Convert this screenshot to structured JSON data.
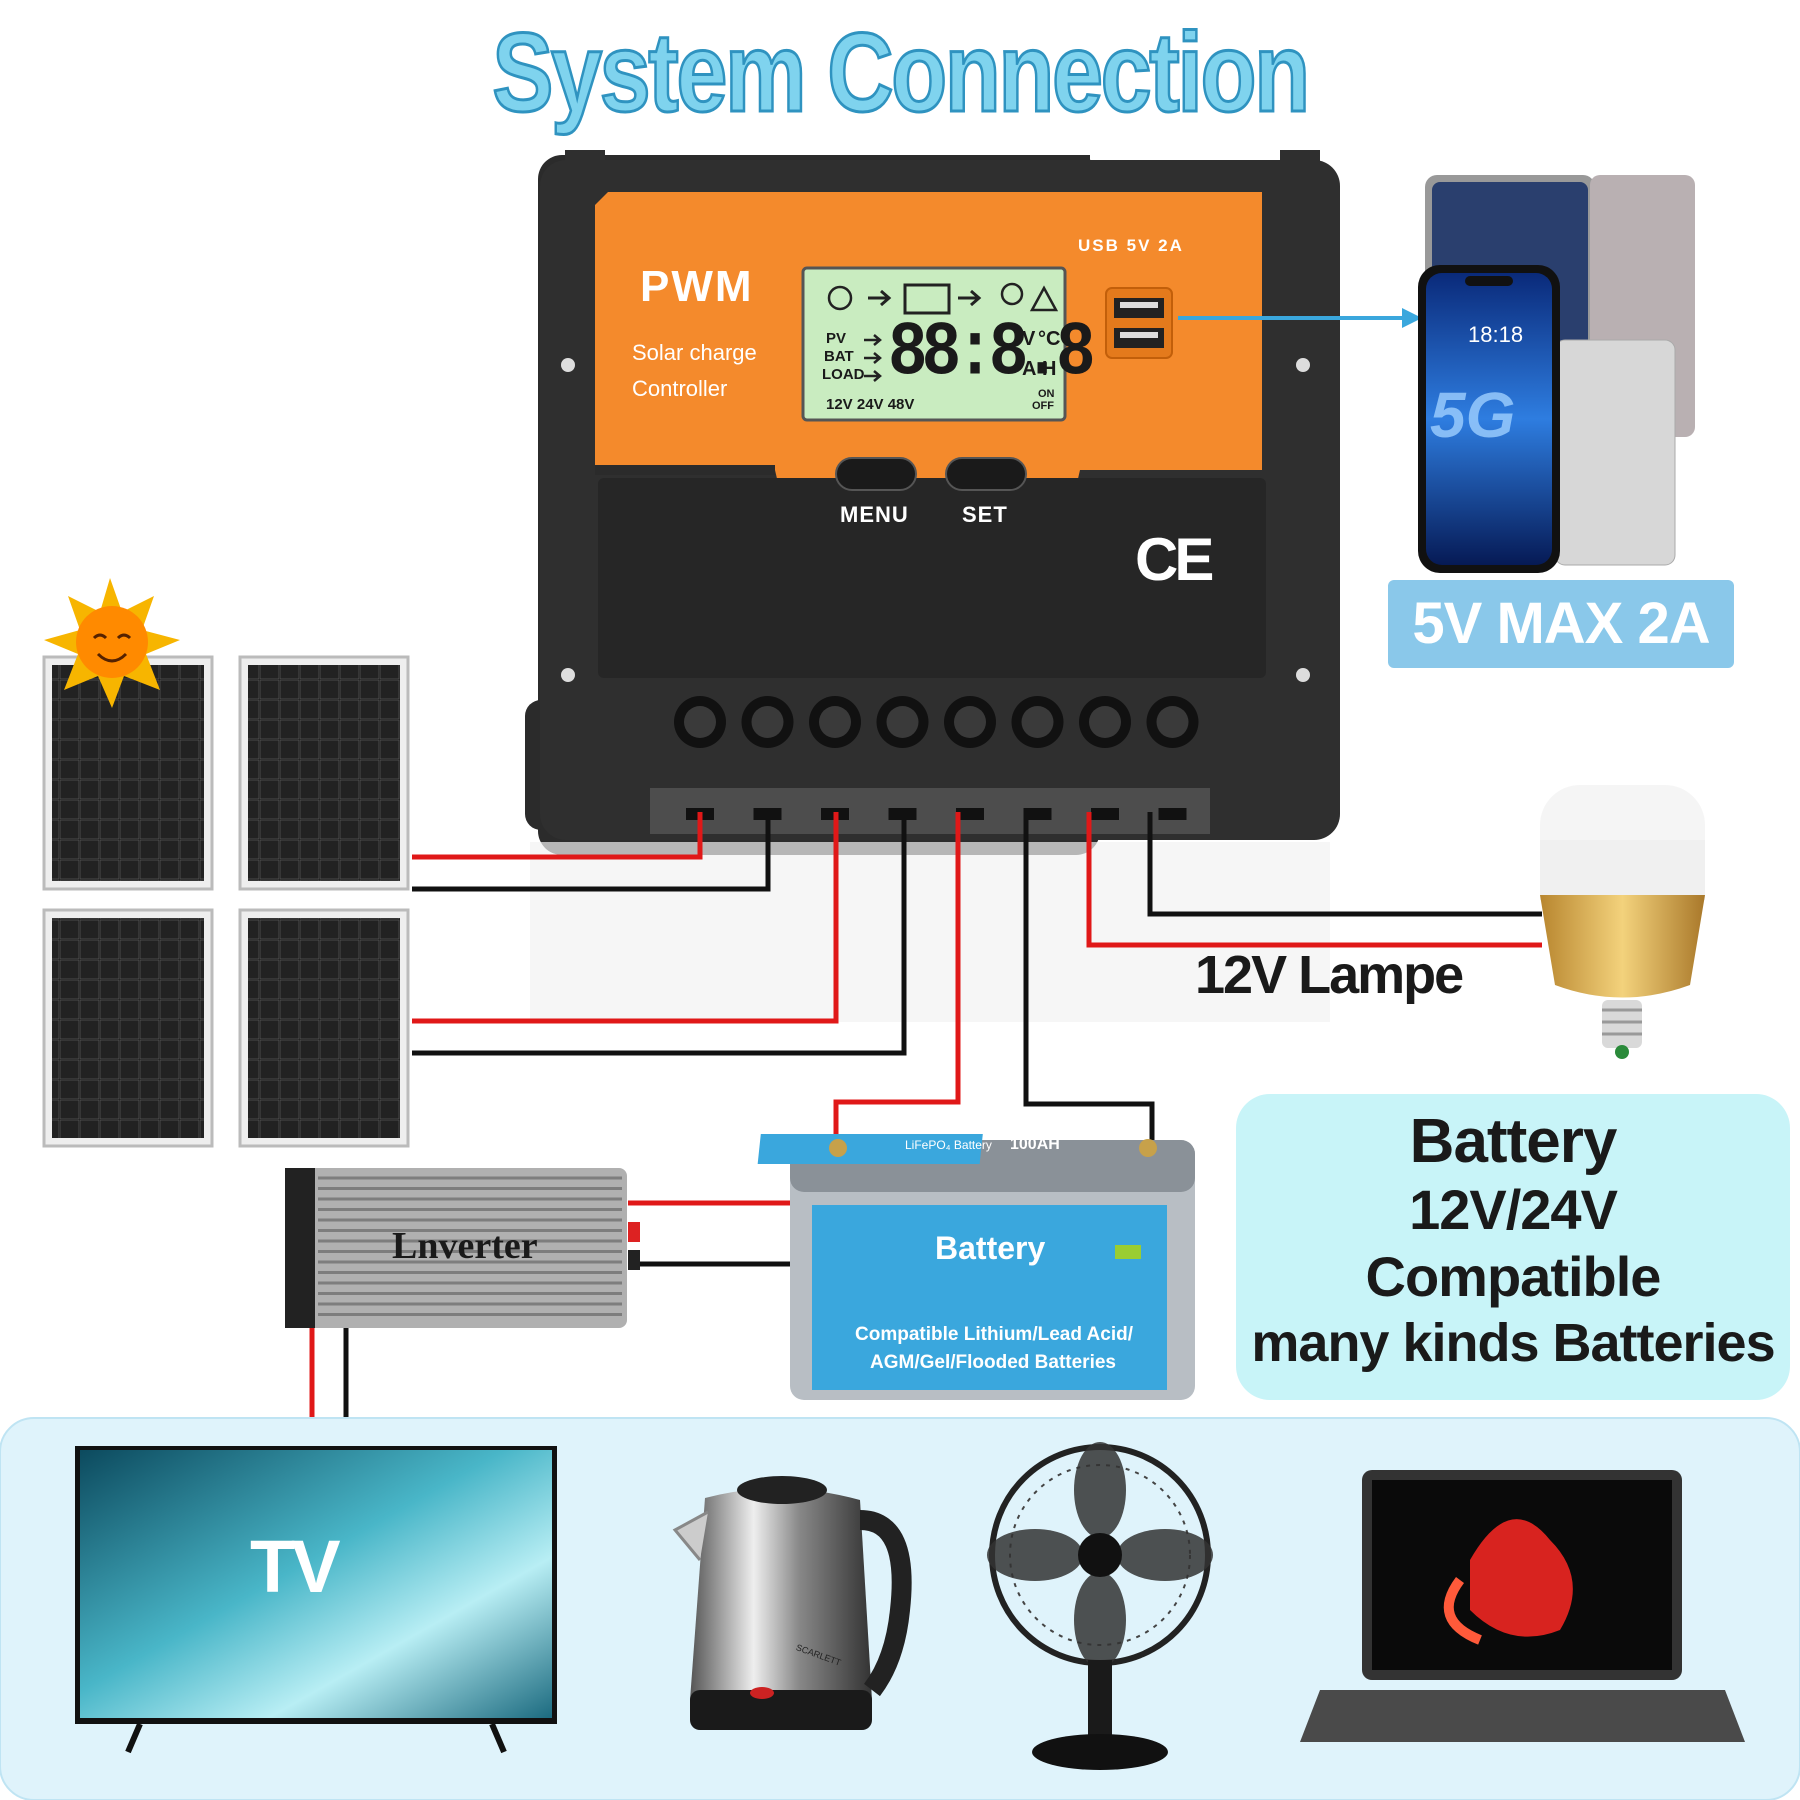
{
  "title": "System Connection",
  "controller": {
    "type_label": "PWM",
    "subtitle_line1": "Solar charge",
    "subtitle_line2": "Controller",
    "usb_label": "USB  5V  2A",
    "menu_label": "MENU",
    "set_label": "SET",
    "cert_mark": "CE",
    "lcd": {
      "pv": "PV",
      "bat": "BAT",
      "load": "LOAD",
      "digits": "88:8.8",
      "unit_v": "V",
      "unit_c": "°C",
      "unit_a": "A",
      "unit_h": "H",
      "voltages": "12V 24V 48V",
      "on": "ON",
      "off": "OFF"
    }
  },
  "usb_output": {
    "badge": "5V MAX 2A",
    "phone_time": "18:18",
    "phone_logo": "5G"
  },
  "lamp": {
    "label": "12V Lampe"
  },
  "battery": {
    "label": "Battery",
    "top_label": "LiFePO₄ Battery",
    "capacity": "100AH",
    "compat_line1": "Compatible Lithium/Lead Acid/",
    "compat_line2": "AGM/Gel/Flooded Batteries"
  },
  "battery_panel": {
    "line1": "Battery",
    "line2": "12V/24V",
    "line3": "Compatible",
    "line4": "many kinds Batteries"
  },
  "inverter": {
    "label": "Lnverter"
  },
  "appliances": {
    "tv_label": "TV",
    "kettle_brand": "SCARLETT"
  },
  "colors": {
    "title_fill": "#7fd3ee",
    "controller_orange": "#f48a2c",
    "controller_body": "#2b2b2b",
    "lcd": "#c9ecc0",
    "wire_positive": "#e01818",
    "wire_negative": "#111111",
    "badge": "#8ac8ea",
    "battery_blue": "#3aa7dd",
    "panel_bg": "#c8f4f8",
    "appliance_bg": "#dff3fb"
  }
}
